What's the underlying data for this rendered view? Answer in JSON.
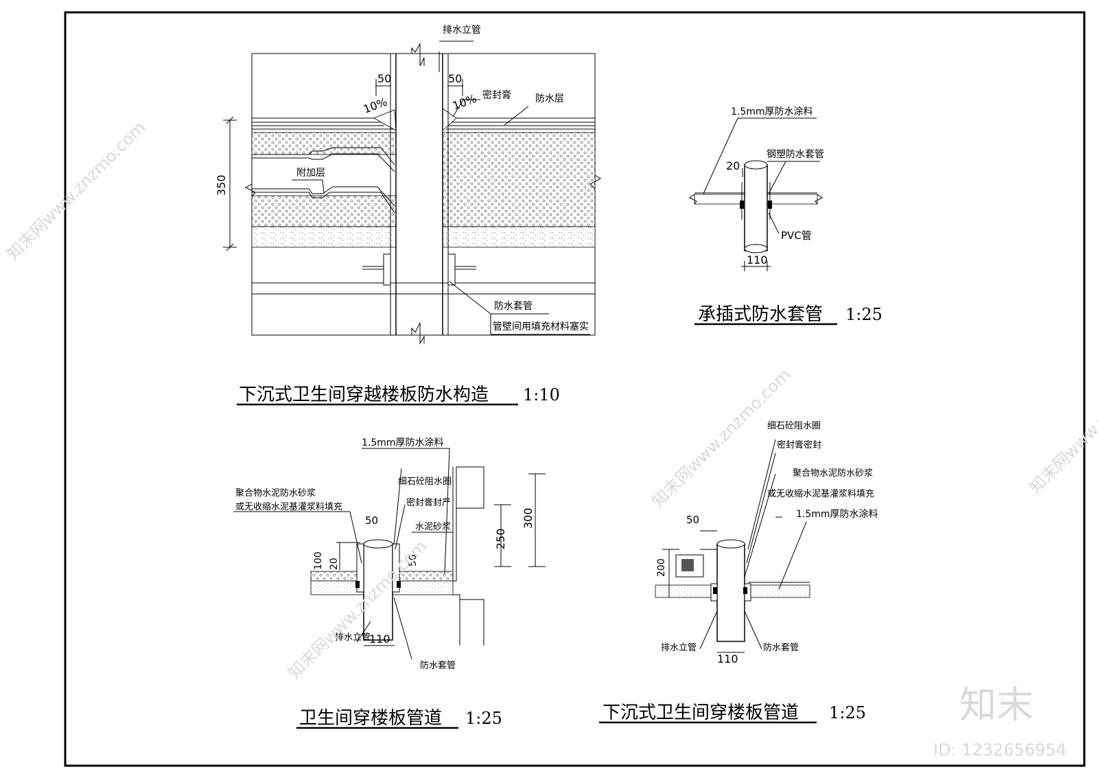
{
  "watermark": {
    "site_text": "知末网www.znzmo.com",
    "logo_text": "知末",
    "id_text": "ID: 1232656954"
  },
  "drawing1": {
    "title": "下沉式卫生间穿越楼板防水构造",
    "scale": "1:10",
    "labels": {
      "drain_pipe": "排水立管",
      "dim_50_left": "50",
      "dim_50_right": "50",
      "slope_left": "10%",
      "slope_right": "10%",
      "sealant": "密封膏",
      "waterproof_layer": "防水层",
      "additional_layer": "附加层",
      "dim_350": "350",
      "sleeve": "防水套管",
      "fill": "管壁间用填充材料塞实"
    }
  },
  "drawing2": {
    "title": "承插式防水套管",
    "scale": "1:25",
    "labels": {
      "coating": "1.5mm厚防水涂料",
      "steel_sleeve": "钢塑防水套管",
      "dim_20": "20",
      "pvc": "PVC管",
      "dim_110": "110"
    }
  },
  "drawing3": {
    "title": "卫生间穿楼板管道",
    "scale": "1:25",
    "labels": {
      "coating": "1.5mm厚防水涂料",
      "polymer_mortar": "聚合物水泥防水砂浆",
      "grout": "或无收缩水泥基灌浆料填充",
      "concrete_ring": "细石砼阻水圈",
      "sealant_tight": "密封膏封严",
      "cement_mortar": "水泥砂浆",
      "dim_50": "50",
      "dim_100": "100",
      "dim_20": "20",
      "dim_50b": "50",
      "dim_250": "250",
      "dim_300": "300",
      "drain_pipe": "排水立管",
      "dim_110": "110",
      "sleeve": "防水套管"
    }
  },
  "drawing4": {
    "title": "下沉式卫生间穿楼板管道",
    "scale": "1:25",
    "labels": {
      "concrete_ring": "细石砼阻水圈",
      "sealant_seal": "密封膏密封",
      "polymer_mortar": "聚合物水泥防水砂浆",
      "grout": "或无收缩水泥基灌浆料填充",
      "coating": "1.5mm厚防水涂料",
      "dim_50": "50",
      "dim_200": "200",
      "drain_pipe": "排水立管",
      "dim_110": "110",
      "sleeve": "防水套管"
    }
  }
}
